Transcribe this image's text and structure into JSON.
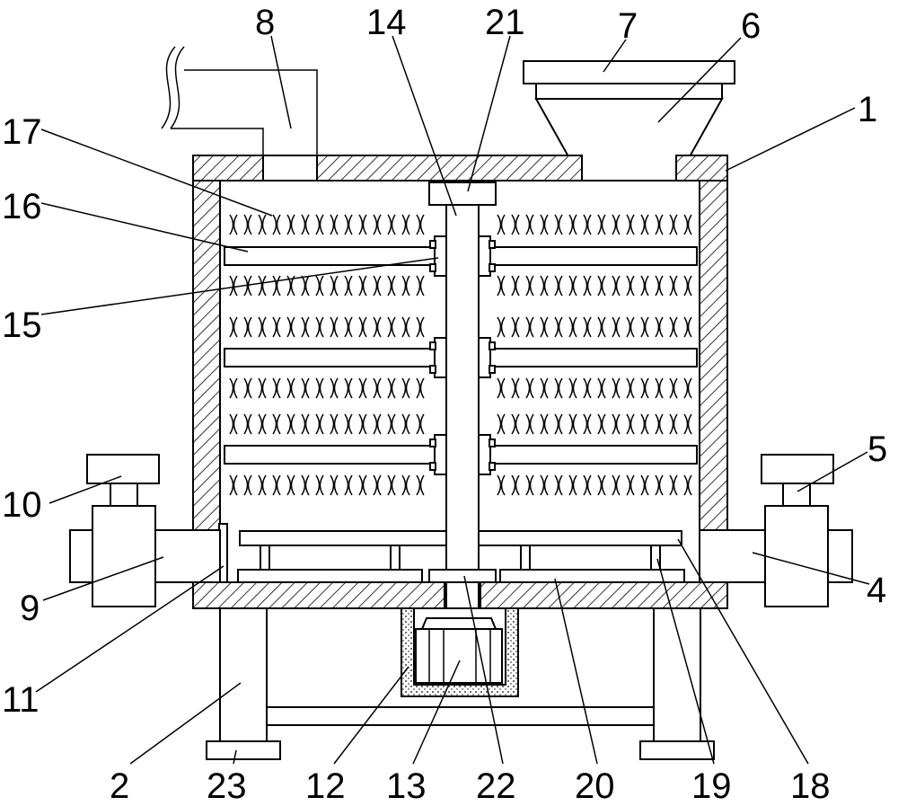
{
  "figure": {
    "callouts": [
      {
        "id": "c1",
        "label": "1"
      },
      {
        "id": "c2",
        "label": "2"
      },
      {
        "id": "c4",
        "label": "4"
      },
      {
        "id": "c5",
        "label": "5"
      },
      {
        "id": "c6",
        "label": "6"
      },
      {
        "id": "c7",
        "label": "7"
      },
      {
        "id": "c8",
        "label": "8"
      },
      {
        "id": "c9",
        "label": "9"
      },
      {
        "id": "c10",
        "label": "10"
      },
      {
        "id": "c11",
        "label": "11"
      },
      {
        "id": "c12",
        "label": "12"
      },
      {
        "id": "c13",
        "label": "13"
      },
      {
        "id": "c14",
        "label": "14"
      },
      {
        "id": "c15",
        "label": "15"
      },
      {
        "id": "c16",
        "label": "16"
      },
      {
        "id": "c17",
        "label": "17"
      },
      {
        "id": "c18",
        "label": "18"
      },
      {
        "id": "c19",
        "label": "19"
      },
      {
        "id": "c20",
        "label": "20"
      },
      {
        "id": "c21",
        "label": "21"
      },
      {
        "id": "c22",
        "label": "22"
      },
      {
        "id": "c23",
        "label": "23"
      }
    ]
  }
}
